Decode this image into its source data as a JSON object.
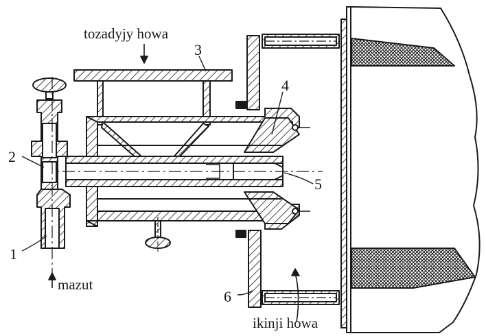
{
  "labels": {
    "primary_air": "tozadyjy howa",
    "secondary_air": "ikinji howa",
    "fuel": "mazut"
  },
  "callouts": [
    "1",
    "2",
    "3",
    "4",
    "5",
    "6"
  ],
  "colors": {
    "ink": "#1a1a1a",
    "paper": "#ffffff"
  }
}
